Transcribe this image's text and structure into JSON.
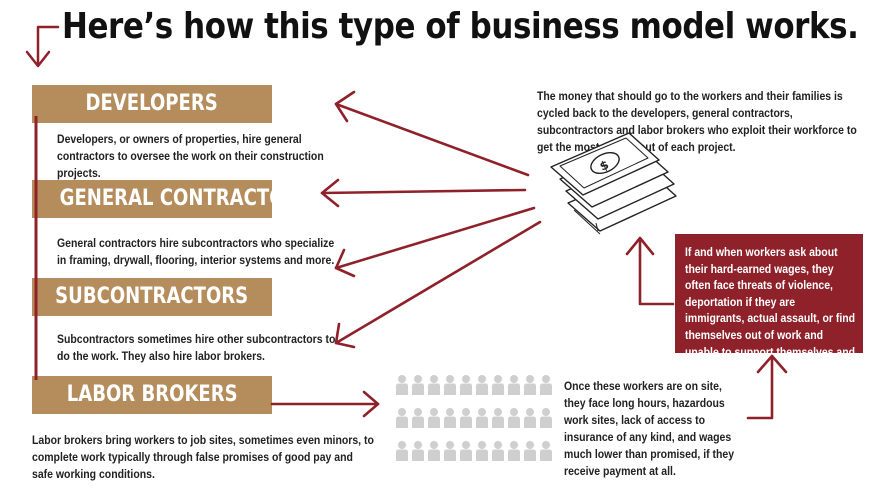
{
  "title": "Here’s how this type of business model works.",
  "boxes": {
    "developers": "DEVELOPERS",
    "general_contractors": "GENERAL CONTRACTORS",
    "subcontractors": "SUBCONTRACTORS",
    "labor_brokers": "LABOR BROKERS"
  },
  "descriptions": {
    "developers": "Developers, or owners of properties, hire general contractors to oversee the work on their construction projects.",
    "general_contractors": "General contractors hire subcontractors who specialize in framing, drywall, flooring, interior systems and more.",
    "subcontractors": "Subcontractors sometimes hire other subcontractors to do the work. They also hire labor brokers.",
    "labor_brokers": "Labor brokers bring workers to job sites, sometimes even minors, to complete work typically through false promises of good pay and safe working conditions."
  },
  "money_text": "The money that should go to the workers and their families is cycled back to the developers, general contractors, subcontractors and labor brokers who exploit their workforce to get the most money out of each project.",
  "red_box_text": "If and when workers ask about their hard-earned wages, they often face threats of violence, deportation if they are immigrants, actual assault, or find themselves out of work and unable to support themselves and their families.",
  "workers_text": "Once these workers are on site, they face long hours, hazardous work sites, lack of access to insurance of any kind, and wages much lower than promised, if they receive payment at all.",
  "colors": {
    "accent_red": "#8e2129",
    "box_tan": "#b58d5c",
    "people_gray": "#cfcfcf"
  },
  "icons": {
    "money": "money-stack-icon",
    "people": "person-icon"
  }
}
